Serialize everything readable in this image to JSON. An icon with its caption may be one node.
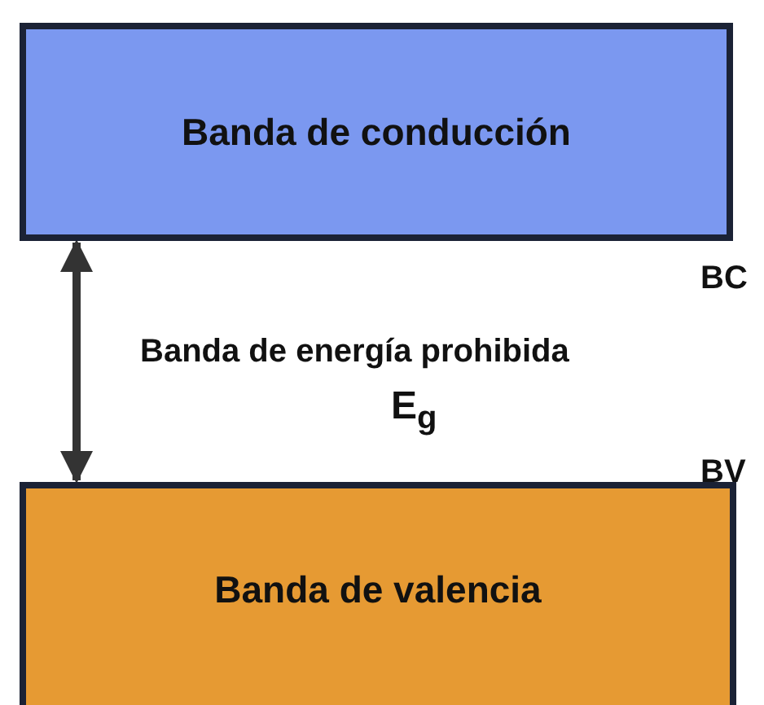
{
  "diagram": {
    "nodes": [
      {
        "text": [
          "Banda de conducción"
        ]
      },
      {
        "text": [
          "Banda de valencia"
        ]
      }
    ],
    "edges": [
      {
        "from": 0,
        "to": 1,
        "arrow": "both"
      }
    ],
    "labels": [
      "BC",
      "Banda de energía prohibida",
      "E$_{g}$",
      "BV"
    ]
  }
}
